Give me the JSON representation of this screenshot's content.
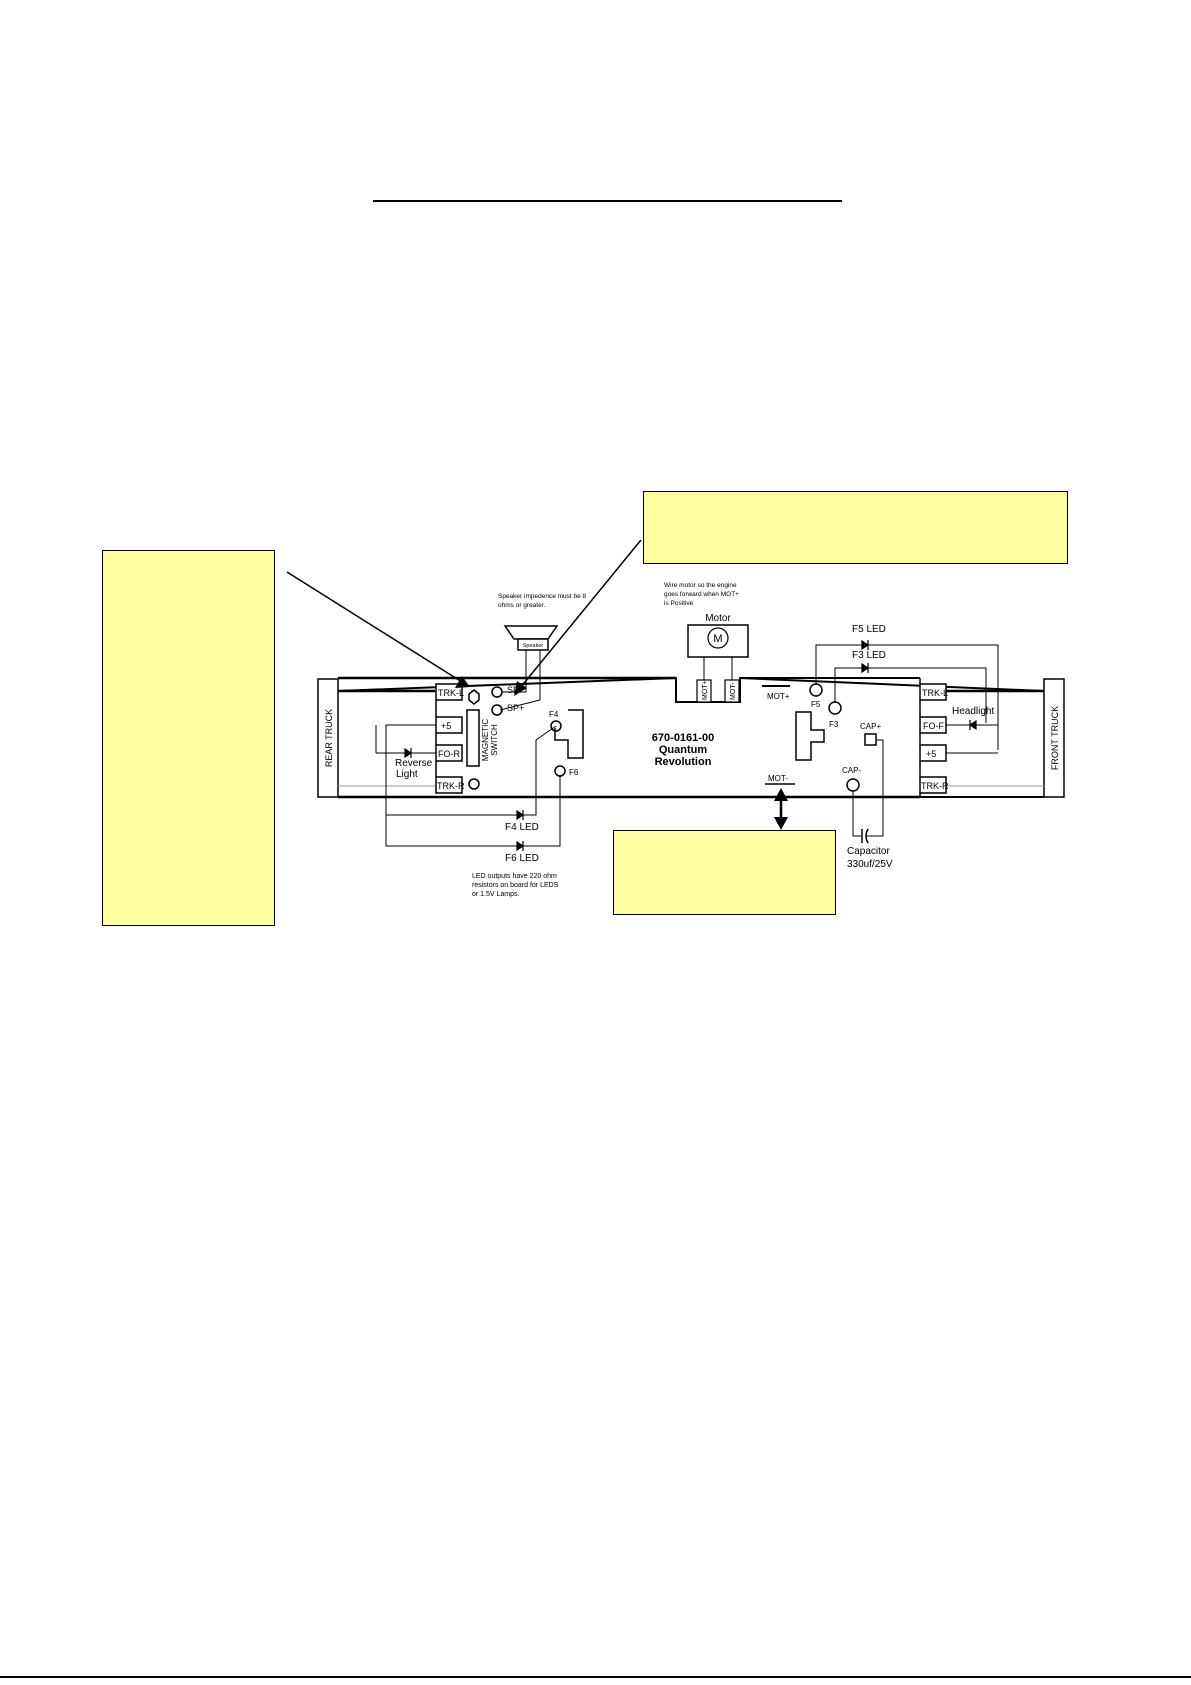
{
  "labels": {
    "rear_truck": "REAR TRUCK",
    "front_truck": "FRONT TRUCK",
    "board_part": "670-0161-00",
    "board_name_1": "Quantum",
    "board_name_2": "Revolution",
    "trk_l_rear": "TRK-L",
    "plus5_rear": "+5",
    "fo_r": "FO-R",
    "trk_r_rear": "TRK-R",
    "magnetic_switch_1": "MAGNETIC",
    "magnetic_switch_2": "SWITCH",
    "sp_minus": "SP-",
    "sp_plus": "SP+",
    "f4": "F4",
    "f6": "F6",
    "reverse_1": "Reverse",
    "reverse_2": "Light",
    "f4_led": "F4 LED",
    "f6_led": "F6 LED",
    "led_note_1": "LED outputs have 220 ohm",
    "led_note_2": "resistors on board for LEDS",
    "led_note_3": "or 1.5V Lamps.",
    "speaker": "Speaker",
    "speaker_note_1": "Speaker impedence must be 8",
    "speaker_note_2": "ohms or greater.",
    "motor_note_1": "Wire motor so the engine",
    "motor_note_2": "goes forward when MOT+",
    "motor_note_3": "is Positive",
    "motor": "Motor",
    "motor_symbol": "M",
    "mot_plus_pad": "MOT+",
    "mot_minus_pad": "MOT-",
    "mot_plus": "MOT+",
    "mot_minus": "MOT-",
    "f5_led": "F5 LED",
    "f3_led": "F3 LED",
    "f5": "F5",
    "f3": "F3",
    "cap_plus": "CAP+",
    "cap_minus": "CAP-",
    "trk_l_front": "TRK-L",
    "fo_f": "FO-F",
    "plus5_front": "+5",
    "trk_r_front": "TRK-R",
    "headlight": "Headlight",
    "capacitor_1": "Capacitor",
    "capacitor_2": "330uf/25V"
  },
  "colors": {
    "note_fill": "#ffffa0",
    "line": "#000000",
    "track_wire": "#9a9a9a"
  }
}
